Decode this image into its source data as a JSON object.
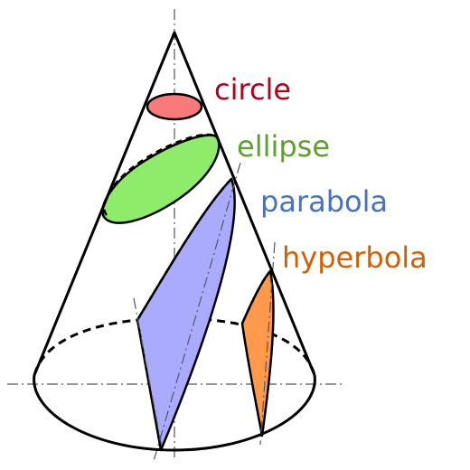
{
  "labels": {
    "circle": "circle",
    "ellipse": "ellipse",
    "parabola": "parabola",
    "hyperbola": "hyperbola"
  },
  "colors": {
    "circle_fill": "#f77979",
    "circle_label": "#b3001b",
    "ellipse_fill": "#8fec6b",
    "ellipse_label": "#5ea02e",
    "parabola_fill": "#aaaaff",
    "parabola_label": "#4472c4",
    "hyperbola_fill": "#ff9a4d",
    "hyperbola_label": "#d55e00",
    "outline": "#000000",
    "axis": "#555555"
  }
}
